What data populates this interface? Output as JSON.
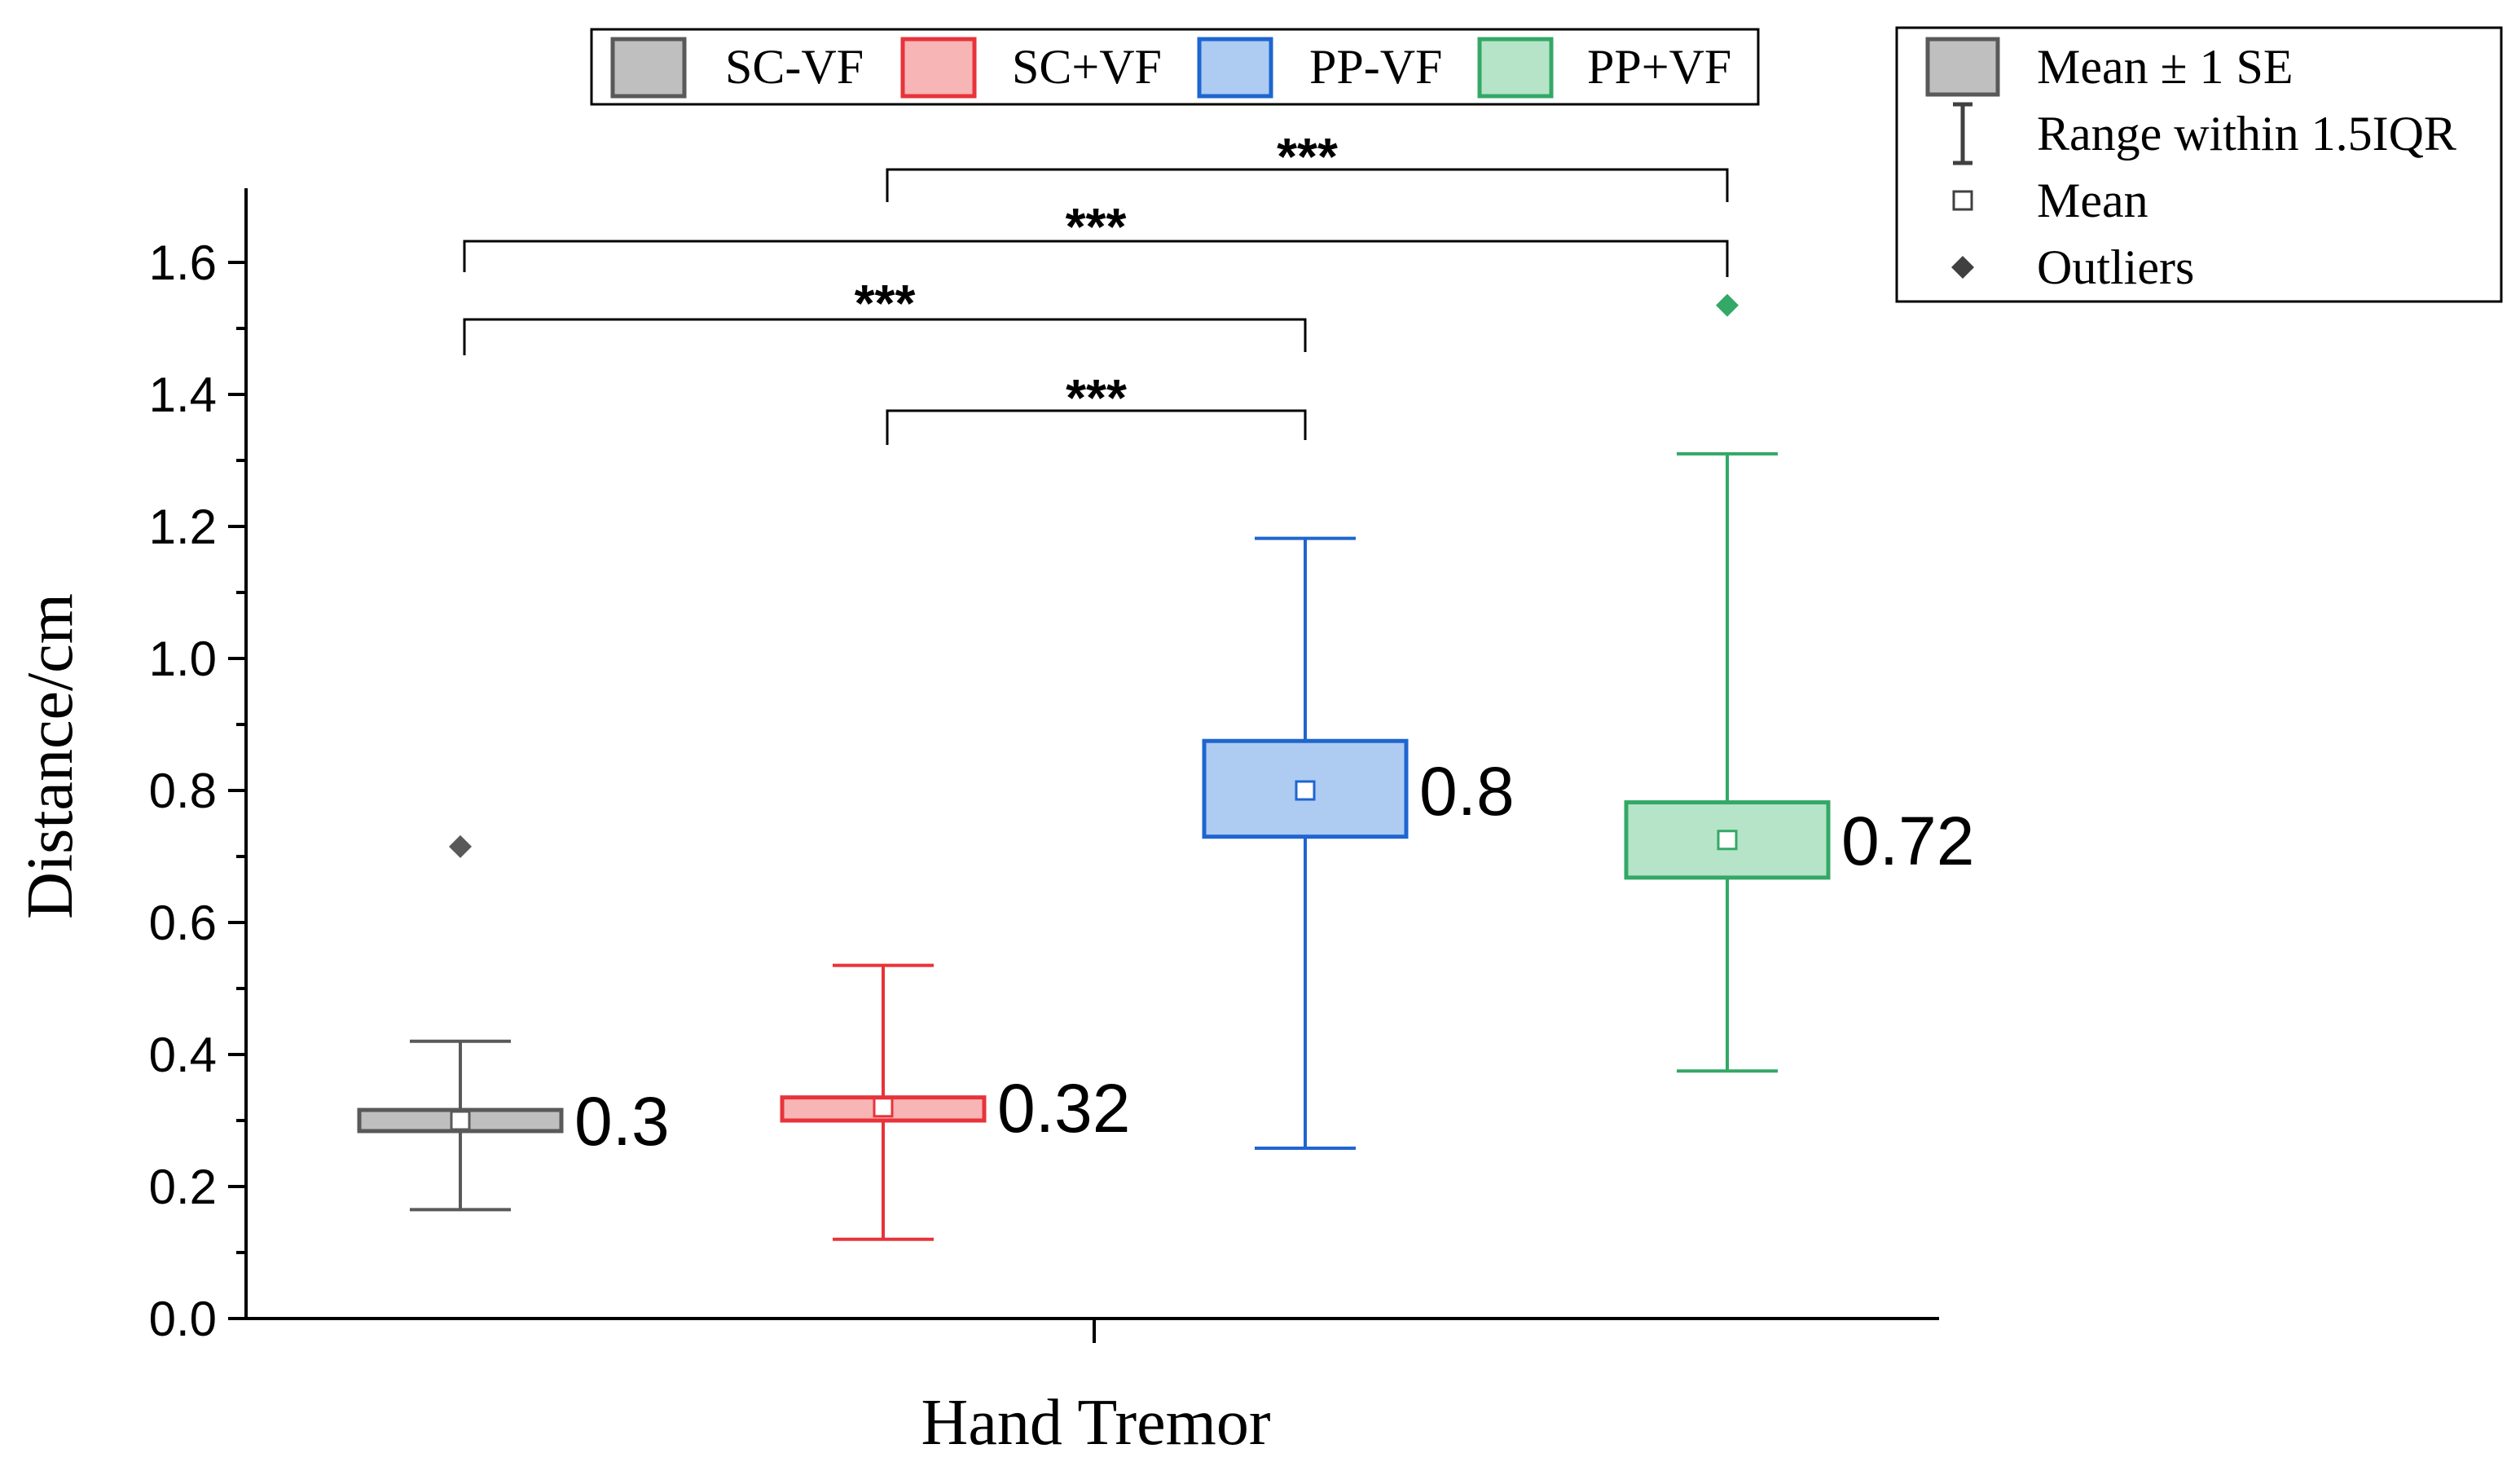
{
  "chart_data": {
    "type": "box",
    "xlabel": "Hand Tremor",
    "ylabel": "Distance/cm",
    "ylim": [
      0,
      1.7
    ],
    "yticks": [
      "0.0",
      "0.2",
      "0.4",
      "0.6",
      "0.8",
      "1.0",
      "1.2",
      "1.4",
      "1.6"
    ],
    "grid": false,
    "legend_position": "top",
    "series": [
      {
        "name": "SC-VF",
        "color": "#595959",
        "fill": "#bfbfbf",
        "mean": 0.3,
        "se_low": 0.284,
        "se_high": 0.316,
        "whisker_low": 0.165,
        "whisker_high": 0.42,
        "outliers": [
          0.715
        ],
        "mean_label": "0.3"
      },
      {
        "name": "SC+VF",
        "color": "#e8333a",
        "fill": "#f7b5b5",
        "mean": 0.32,
        "se_low": 0.3,
        "se_high": 0.335,
        "whisker_low": 0.12,
        "whisker_high": 0.535,
        "outliers": [],
        "mean_label": "0.32"
      },
      {
        "name": "PP-VF",
        "color": "#1e66d0",
        "fill": "#aecbf2",
        "mean": 0.8,
        "se_low": 0.73,
        "se_high": 0.875,
        "whisker_low": 0.258,
        "whisker_high": 1.182,
        "outliers": [],
        "mean_label": "0.8"
      },
      {
        "name": "PP+VF",
        "color": "#33a867",
        "fill": "#b6e4c8",
        "mean": 0.725,
        "se_low": 0.668,
        "se_high": 0.782,
        "whisker_low": 0.375,
        "whisker_high": 1.31,
        "outliers": [
          1.535
        ],
        "mean_label": "0.72"
      }
    ],
    "significance": [
      {
        "from": 1,
        "to": 3,
        "label": "***"
      },
      {
        "from": 0,
        "to": 3,
        "label": "***"
      },
      {
        "from": 0,
        "to": 2,
        "label": "***"
      },
      {
        "from": 1,
        "to": 2,
        "label": "***"
      }
    ],
    "legend_key": [
      {
        "label": "Mean ± 1 SE",
        "symbol": "box"
      },
      {
        "label": "Range within 1.5IQR",
        "symbol": "whisker"
      },
      {
        "label": "Mean",
        "symbol": "square"
      },
      {
        "label": "Outliers",
        "symbol": "diamond"
      }
    ]
  }
}
